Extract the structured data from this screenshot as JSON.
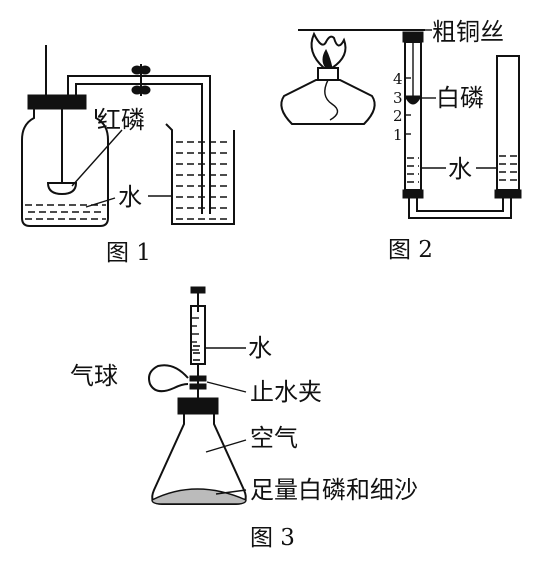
{
  "figure1": {
    "caption": "图 1",
    "labels": {
      "red_phosphorus": "红磷",
      "water": "水"
    }
  },
  "figure2": {
    "caption": "图 2",
    "labels": {
      "copper_wire": "粗铜丝",
      "white_phosphorus": "白磷",
      "water": "水"
    },
    "scale_ticks": [
      "4",
      "3",
      "2",
      "1"
    ]
  },
  "figure3": {
    "caption": "图 3",
    "labels": {
      "water": "水",
      "balloon": "气球",
      "water_clamp": "止水夹",
      "air": "空气",
      "white_phosphorus_sand": "足量白磷和细沙"
    }
  }
}
